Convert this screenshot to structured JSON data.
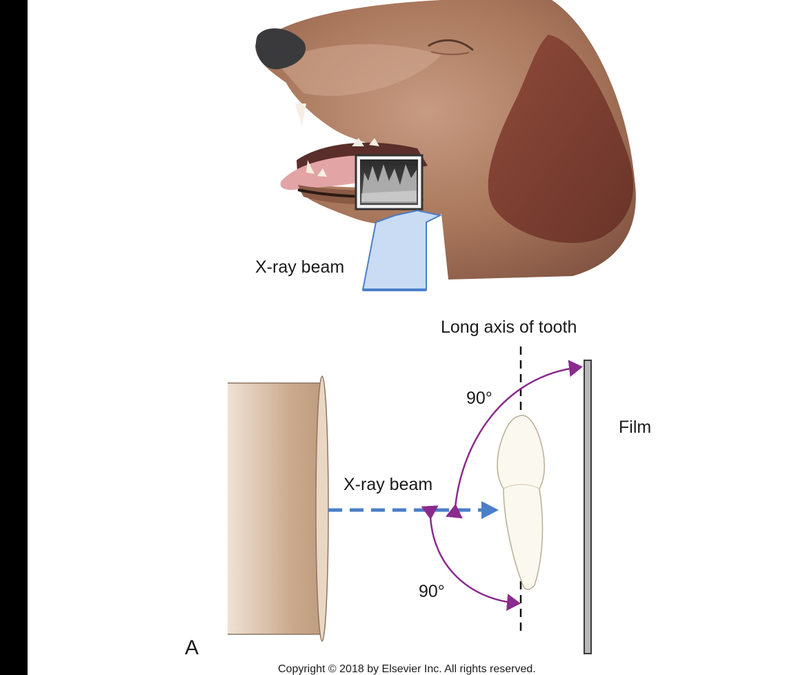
{
  "labels": {
    "beam_top": "X-ray beam",
    "axis": "Long axis of tooth",
    "film": "Film",
    "beam_bottom": "X-ray beam",
    "angle_top": "90°",
    "angle_bottom": "90°",
    "panel": "A",
    "copyright": "Copyright © 2018 by Elsevier Inc. All rights reserved."
  },
  "colors": {
    "dog_fur": "#9a6a52",
    "dog_ear": "#7a3f32",
    "nose": "#3a3a3c",
    "xray_beam": "#4a7ec8",
    "beam_arrow_fill": "#c9dcf4",
    "angle_arc": "#8b2a8e",
    "film": "#b8b8b8",
    "tube": "#d8c2ab"
  }
}
